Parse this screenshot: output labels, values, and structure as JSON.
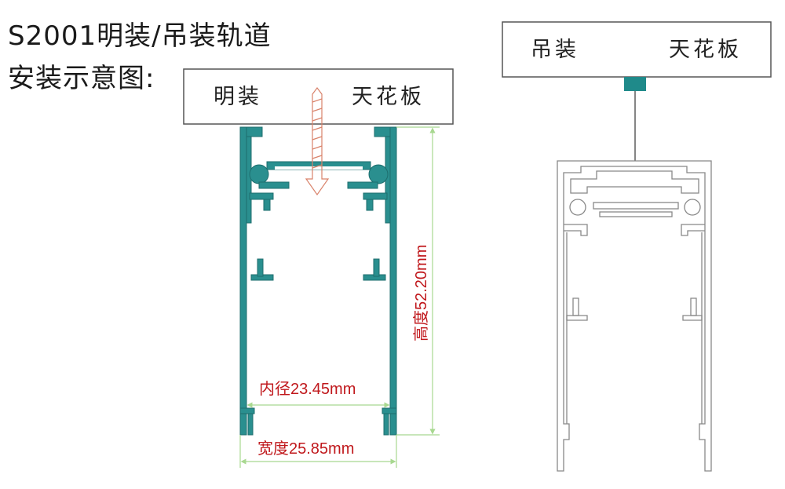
{
  "title": {
    "line1": "S2001明装/吊装轨道",
    "line2": "安装示意图:"
  },
  "left_diagram": {
    "box_left_label": "明装",
    "box_right_label": "天花板",
    "height_dim": "高度52.20mm",
    "inner_dim": "内径23.45mm",
    "width_dim": "宽度25.85mm",
    "profile_color": "#2a8f8f",
    "screw_color": "#d9826a",
    "dim_line_color": "#a8d890",
    "dim_text_color": "#c0181c"
  },
  "right_diagram": {
    "box_left_label": "吊装",
    "box_right_label": "天花板",
    "hanger_color": "#1f8a8a"
  }
}
